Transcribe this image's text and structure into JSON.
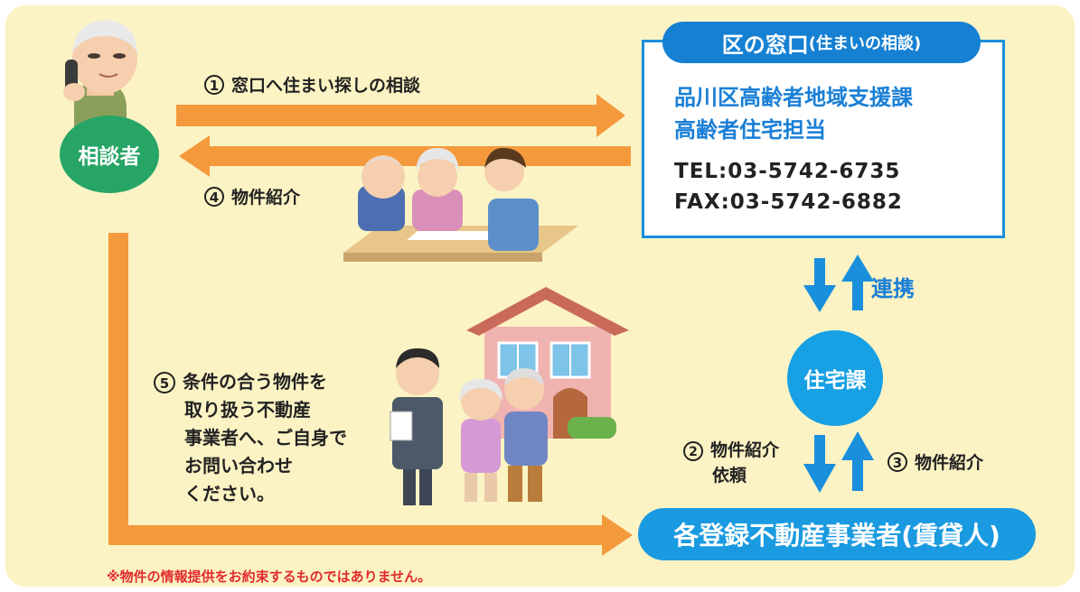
{
  "consultant": {
    "label": "相談者"
  },
  "steps": {
    "step1": {
      "num": "1",
      "text": "窓口へ住まい探しの相談"
    },
    "step4": {
      "num": "4",
      "text": "物件紹介"
    },
    "step5": {
      "num": "5",
      "lines": [
        "条件の合う物件を",
        "取り扱う不動産",
        "事業者へ、ご自身で",
        "お問い合わせ",
        "ください。"
      ]
    },
    "step2": {
      "num": "2",
      "lines": [
        "物件紹介",
        "依頼"
      ]
    },
    "step3": {
      "num": "3",
      "text": "物件紹介"
    }
  },
  "ward_window": {
    "title": "区の窓口",
    "title_sub": "(住まいの相談)",
    "dept_line1": "品川区高齢者地域支援課",
    "dept_line2": "高齢者住宅担当",
    "tel": "TEL:03-5742-6735",
    "fax": "FAX:03-5742-6882"
  },
  "collaboration": "連携",
  "housing_section": "住宅課",
  "landlords": "各登録不動産事業者(賃貸人)",
  "disclaimer": "※物件の情報提供をお約束するものではありません。",
  "colors": {
    "background": "#fcf3c4",
    "orange_arrow": "#f49a3d",
    "blue_arrow": "#1a8fdc",
    "green": "#27a566",
    "red_note": "#e02b2b"
  }
}
